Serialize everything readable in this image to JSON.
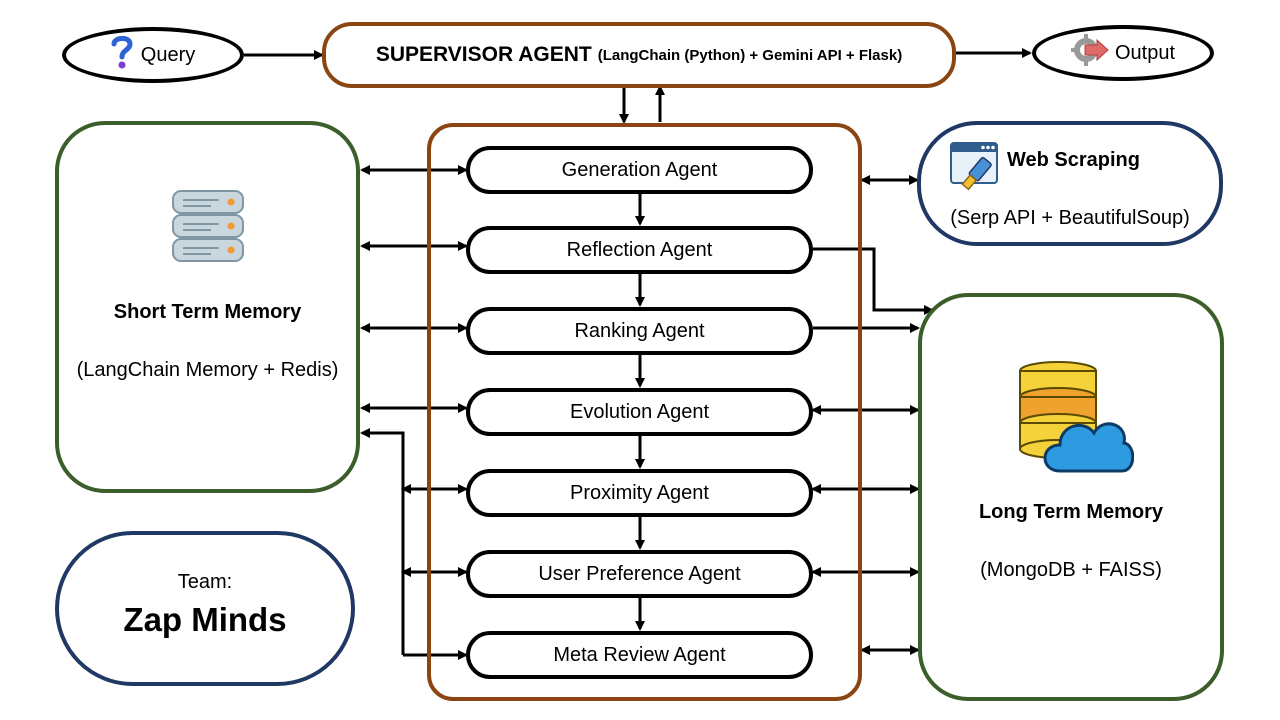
{
  "query": {
    "label": "Query"
  },
  "output": {
    "label": "Output"
  },
  "supervisor": {
    "title": "SUPERVISOR AGENT",
    "subtitle": "(LangChain (Python) + Gemini API + Flask)"
  },
  "agents": [
    {
      "label": "Generation Agent"
    },
    {
      "label": "Reflection Agent"
    },
    {
      "label": "Ranking Agent"
    },
    {
      "label": "Evolution Agent"
    },
    {
      "label": "Proximity Agent"
    },
    {
      "label": "User Preference Agent"
    },
    {
      "label": "Meta Review Agent"
    }
  ],
  "short_term_memory": {
    "title": "Short Term Memory",
    "subtitle": "(LangChain Memory + Redis)"
  },
  "long_term_memory": {
    "title": "Long Term Memory",
    "subtitle": "(MongoDB + FAISS)"
  },
  "web_scraping": {
    "title": "Web Scraping",
    "subtitle": "(Serp API + BeautifulSoup)"
  },
  "team": {
    "label": "Team:",
    "name": "Zap Minds"
  },
  "colors": {
    "supervisor_border": "#8B4513",
    "memory_border": "#3B5E2B",
    "navy_border": "#1F3864",
    "arrow": "#000000"
  }
}
